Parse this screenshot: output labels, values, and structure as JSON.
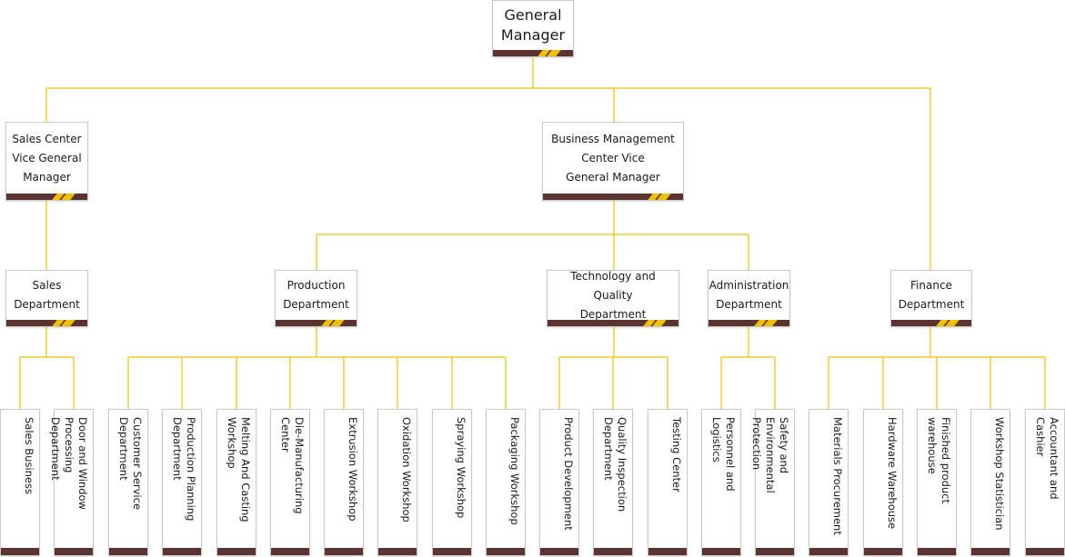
{
  "colors": {
    "line": "#f0c000",
    "bar": "#5b3431",
    "accent": "#f0c000",
    "border": "#c9c9c9"
  },
  "org": {
    "general_manager": "General\nManager",
    "sales_center_vgm": "Sales Center\nVice General\nManager",
    "business_mgmt_vgm": "Business Management\nCenter Vice\nGeneral Manager",
    "departments": {
      "sales": "Sales\nDepartment",
      "production": "Production\nDepartment",
      "tech_quality": "Technology and Quality\nDepartment",
      "administration": "Administration\nDepartment",
      "finance": "Finance\nDepartment"
    },
    "units": [
      "Sales Business",
      "Door and Window\nProcessing Department",
      "Customer Service\nDepartment",
      "Production Planning\nDepartment",
      "Melting And Casting\nWorkshop",
      "Die-Manufacturing\nCenter",
      "Extrusion Workshop",
      "Oxidation Workshop",
      "Spraying Workshop",
      "Packaging Workshop",
      "Product Development",
      "Quality Inspection\nDepartment",
      "Testing Center",
      "Personnel and\nLogistics",
      "Safety and\nEnvironmental Protection",
      "Materials Procurement",
      "Hardware Warehouse",
      "Finished product\nwarehouse",
      "Workshop Statistician",
      "Accountant and Cashier"
    ]
  }
}
